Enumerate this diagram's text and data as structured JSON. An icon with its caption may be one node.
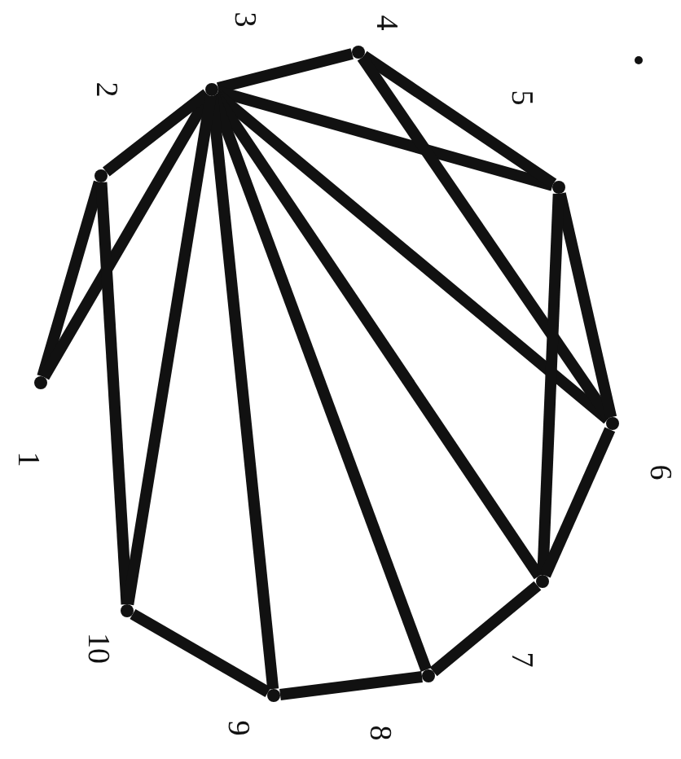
{
  "diagram": {
    "nodes": [
      {
        "text": [],
        "shape": "point",
        "beside": [
          "1"
        ]
      },
      {
        "text": [],
        "shape": "point",
        "beside": [
          "2"
        ]
      },
      {
        "text": [],
        "shape": "point",
        "beside": [
          "3"
        ]
      },
      {
        "text": [],
        "shape": "point",
        "beside": [
          "4"
        ]
      },
      {
        "text": [],
        "shape": "point",
        "beside": [
          "5"
        ]
      },
      {
        "text": [],
        "shape": "point",
        "beside": [
          "6"
        ]
      },
      {
        "text": [],
        "shape": "point",
        "beside": [
          "7"
        ]
      },
      {
        "text": [],
        "shape": "point",
        "beside": [
          "8"
        ]
      },
      {
        "text": [],
        "shape": "point",
        "beside": [
          "9"
        ]
      },
      {
        "text": [],
        "shape": "point",
        "beside": [
          "10"
        ]
      }
    ],
    "edges": [
      {
        "from": 0,
        "to": 1,
        "arrow": "none"
      },
      {
        "from": 0,
        "to": 2,
        "arrow": "none"
      },
      {
        "from": 1,
        "to": 2,
        "arrow": "none"
      },
      {
        "from": 1,
        "to": 9,
        "arrow": "none"
      },
      {
        "from": 2,
        "to": 3,
        "arrow": "none"
      },
      {
        "from": 2,
        "to": 4,
        "arrow": "none"
      },
      {
        "from": 2,
        "to": 5,
        "arrow": "none"
      },
      {
        "from": 2,
        "to": 6,
        "arrow": "none"
      },
      {
        "from": 2,
        "to": 7,
        "arrow": "none"
      },
      {
        "from": 2,
        "to": 8,
        "arrow": "none"
      },
      {
        "from": 2,
        "to": 9,
        "arrow": "none"
      },
      {
        "from": 3,
        "to": 4,
        "arrow": "none"
      },
      {
        "from": 3,
        "to": 5,
        "arrow": "none"
      },
      {
        "from": 4,
        "to": 5,
        "arrow": "none"
      },
      {
        "from": 4,
        "to": 6,
        "arrow": "none"
      },
      {
        "from": 5,
        "to": 6,
        "arrow": "none"
      },
      {
        "from": 6,
        "to": 7,
        "arrow": "none"
      },
      {
        "from": 7,
        "to": 8,
        "arrow": "none"
      },
      {
        "from": 8,
        "to": 9,
        "arrow": "none"
      }
    ]
  }
}
